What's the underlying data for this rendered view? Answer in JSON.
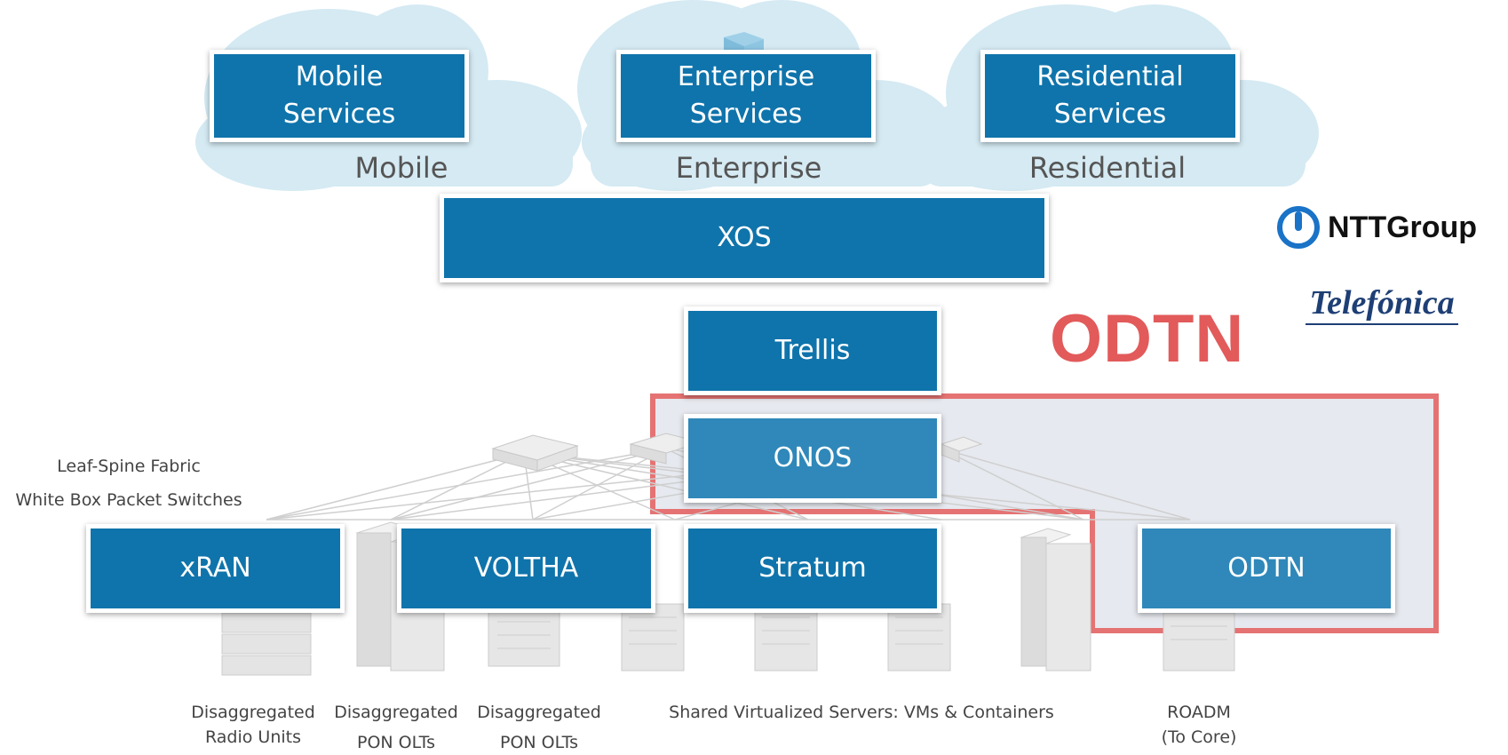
{
  "clouds": [
    {
      "service_line1": "Mobile",
      "service_line2": "Services",
      "label": "Mobile"
    },
    {
      "service_line1": "Enterprise",
      "service_line2": "Services",
      "label": "Enterprise"
    },
    {
      "service_line1": "Residential",
      "service_line2": "Services",
      "label": "Residential"
    }
  ],
  "stack": {
    "xos": "XOS",
    "trellis": "Trellis",
    "onos": "ONOS"
  },
  "bottom_row": {
    "xran": "xRAN",
    "voltha": "VOLTHA",
    "stratum": "Stratum",
    "odtn": "ODTN"
  },
  "highlight": {
    "title": "ODTN",
    "color": "#e25a5a"
  },
  "fabric": {
    "line1": "Leaf-Spine Fabric",
    "line2": "White Box Packet Switches"
  },
  "captions": {
    "radio_line1": "Disaggregated",
    "radio_line2": "Radio Units",
    "olt1_line1": "Disaggregated",
    "olt1_line2": "PON OLTs",
    "olt2_line1": "Disaggregated",
    "olt2_line2": "PON OLTs",
    "servers": "Shared Virtualized Servers: VMs & Containers",
    "roadm_line1": "ROADM",
    "roadm_line2": "(To Core)"
  },
  "logos": {
    "ntt": "NTTGroup",
    "telefonica": "Telefónica"
  },
  "colors": {
    "box_blue": "#0f74ab",
    "box_light_blue": "#2f88b9",
    "cloud": "#d5eaf3",
    "odtn_region": "#e6e9ef"
  }
}
